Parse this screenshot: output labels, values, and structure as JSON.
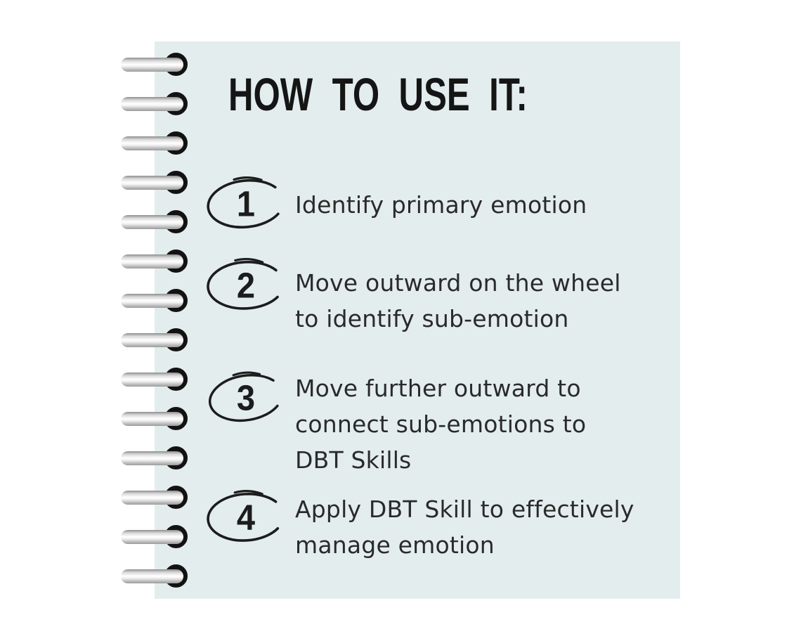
{
  "notebook": {
    "title": "HOW TO USE IT:",
    "paper_color": "#e3edee",
    "spiral": {
      "ring_count": 14
    },
    "steps": [
      {
        "number": "1",
        "lines": [
          "Identify primary emotion"
        ]
      },
      {
        "number": "2",
        "lines": [
          "Move outward on the wheel",
          "to identify sub-emotion"
        ]
      },
      {
        "number": "3",
        "lines": [
          "Move further outward to",
          "connect sub-emotions to",
          "DBT Skills"
        ]
      },
      {
        "number": "4",
        "lines": [
          "Apply DBT Skill to effectively",
          "manage emotion"
        ]
      }
    ],
    "colors": {
      "ink": "#151515",
      "body_text": "#2a2a2a",
      "ring_black": "#121212"
    }
  }
}
